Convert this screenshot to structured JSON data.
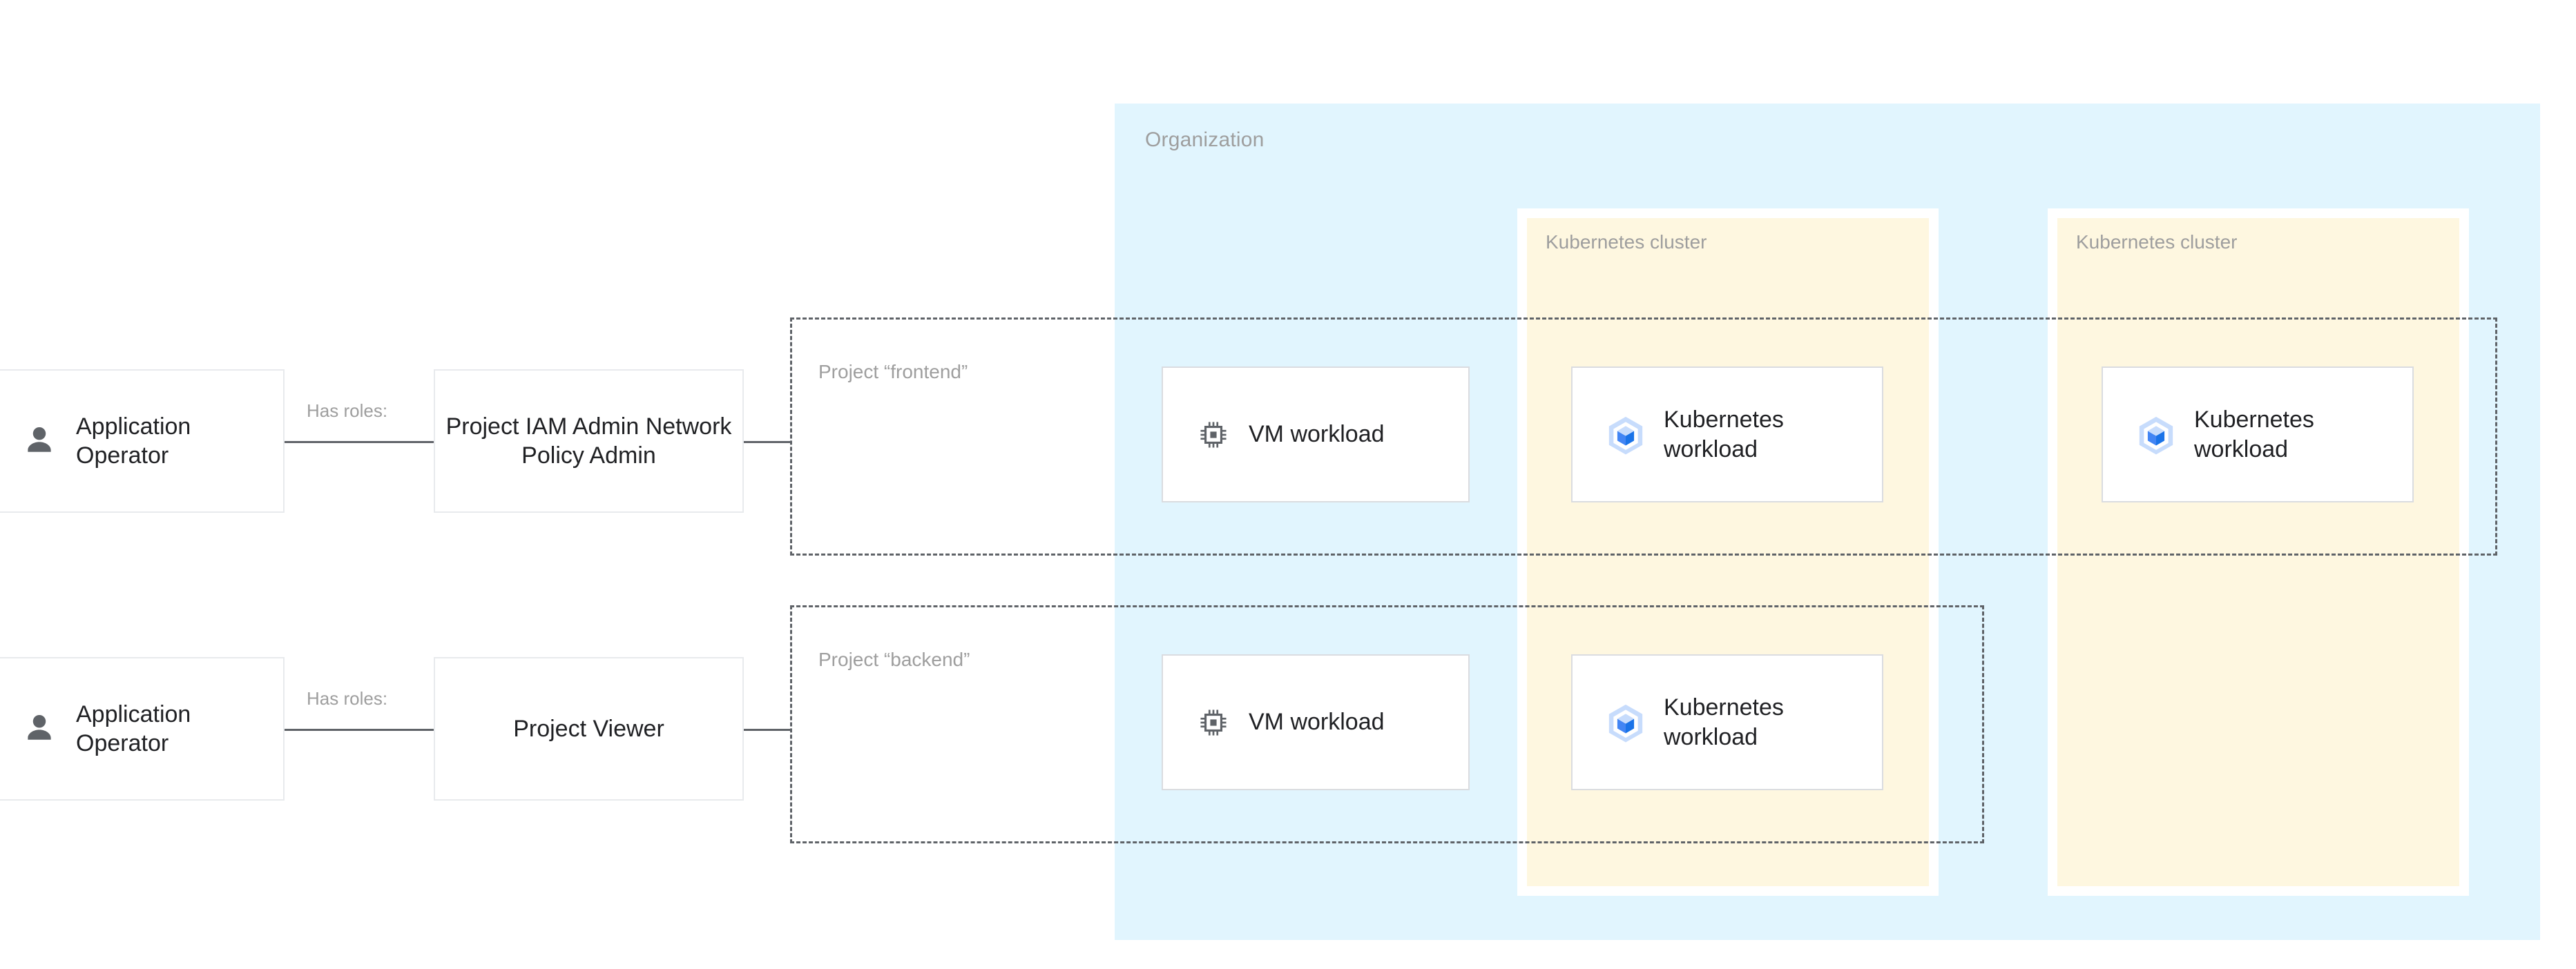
{
  "diagram": {
    "organization": {
      "label": "Organization",
      "bg_color": "#E1F5FE"
    },
    "clusters": [
      {
        "label": "Kubernetes cluster",
        "bg_color": "#FEF7E0"
      },
      {
        "label": "Kubernetes cluster",
        "bg_color": "#FEF7E0"
      }
    ],
    "projects": [
      {
        "label": "Project “frontend”"
      },
      {
        "label": "Project “backend”"
      }
    ],
    "actors": [
      {
        "label": "Application Operator",
        "icon": "person-icon"
      },
      {
        "label": "Application Operator",
        "icon": "person-icon"
      }
    ],
    "edges": [
      {
        "label": "Has roles:"
      },
      {
        "label": "Has roles:"
      }
    ],
    "roles": [
      {
        "label": "Project IAM Admin Network Policy Admin"
      },
      {
        "label": "Project Viewer"
      }
    ],
    "workloads": {
      "vm_frontend": {
        "label": "VM workload",
        "icon": "cpu-chip-icon"
      },
      "vm_backend": {
        "label": "VM workload",
        "icon": "cpu-chip-icon"
      },
      "k8s_frontend_cluster1": {
        "label": "Kubernetes workload",
        "icon": "kubernetes-cube-icon"
      },
      "k8s_backend_cluster1": {
        "label": "Kubernetes workload",
        "icon": "kubernetes-cube-icon"
      },
      "k8s_frontend_cluster2": {
        "label": "Kubernetes workload",
        "icon": "kubernetes-cube-icon"
      }
    },
    "colors": {
      "organization_blue": "#E1F5FE",
      "cluster_cream": "#FEF7E0",
      "card_border": "#dadce0",
      "label_gray": "#9e9e9e",
      "text_dark": "#202124",
      "line_gray": "#5f6368",
      "k8s_blue": "#4285F4",
      "k8s_light_blue": "#A7C7F9"
    }
  }
}
